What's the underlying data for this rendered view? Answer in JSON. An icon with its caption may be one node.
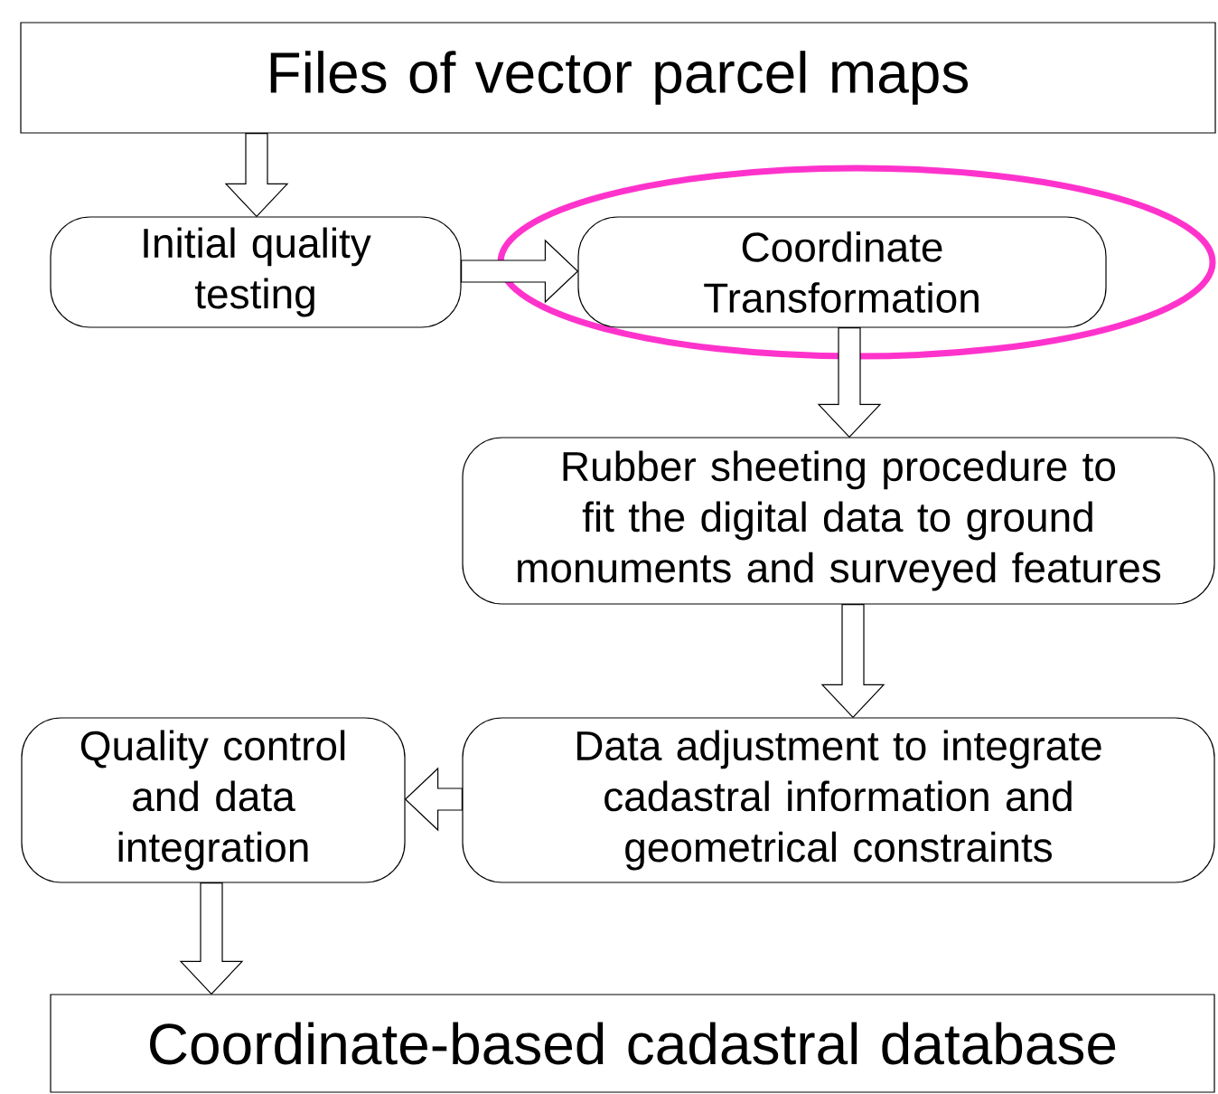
{
  "diagram": {
    "nodes": [
      {
        "text": [
          "Files of vector parcel maps"
        ]
      },
      {
        "text": [
          "Initial quality testing"
        ]
      },
      {
        "text": [],
        "shape": "ellipse"
      },
      {
        "text": [
          "Coordinate Transformation"
        ],
        "in": 2
      },
      {
        "text": [
          "Rubber sheeting procedure to fit the digital data to ground monuments and surveyed features"
        ]
      },
      {
        "text": [
          "Data adjustment to integrate cadastral information and geometrical constraints"
        ]
      },
      {
        "text": [
          "Quality control and data integration"
        ]
      },
      {
        "text": [
          "Coordinate-based cadastral database"
        ]
      }
    ],
    "edges": [
      {
        "from": 0,
        "to": 1,
        "arrow": "to"
      },
      {
        "from": 1,
        "to": 3,
        "arrow": "to"
      },
      {
        "from": 3,
        "to": 4,
        "arrow": "to"
      },
      {
        "from": 4,
        "to": 5,
        "arrow": "to"
      },
      {
        "from": 5,
        "to": 6,
        "arrow": "to"
      },
      {
        "from": 6,
        "to": 7,
        "arrow": "to"
      }
    ]
  }
}
